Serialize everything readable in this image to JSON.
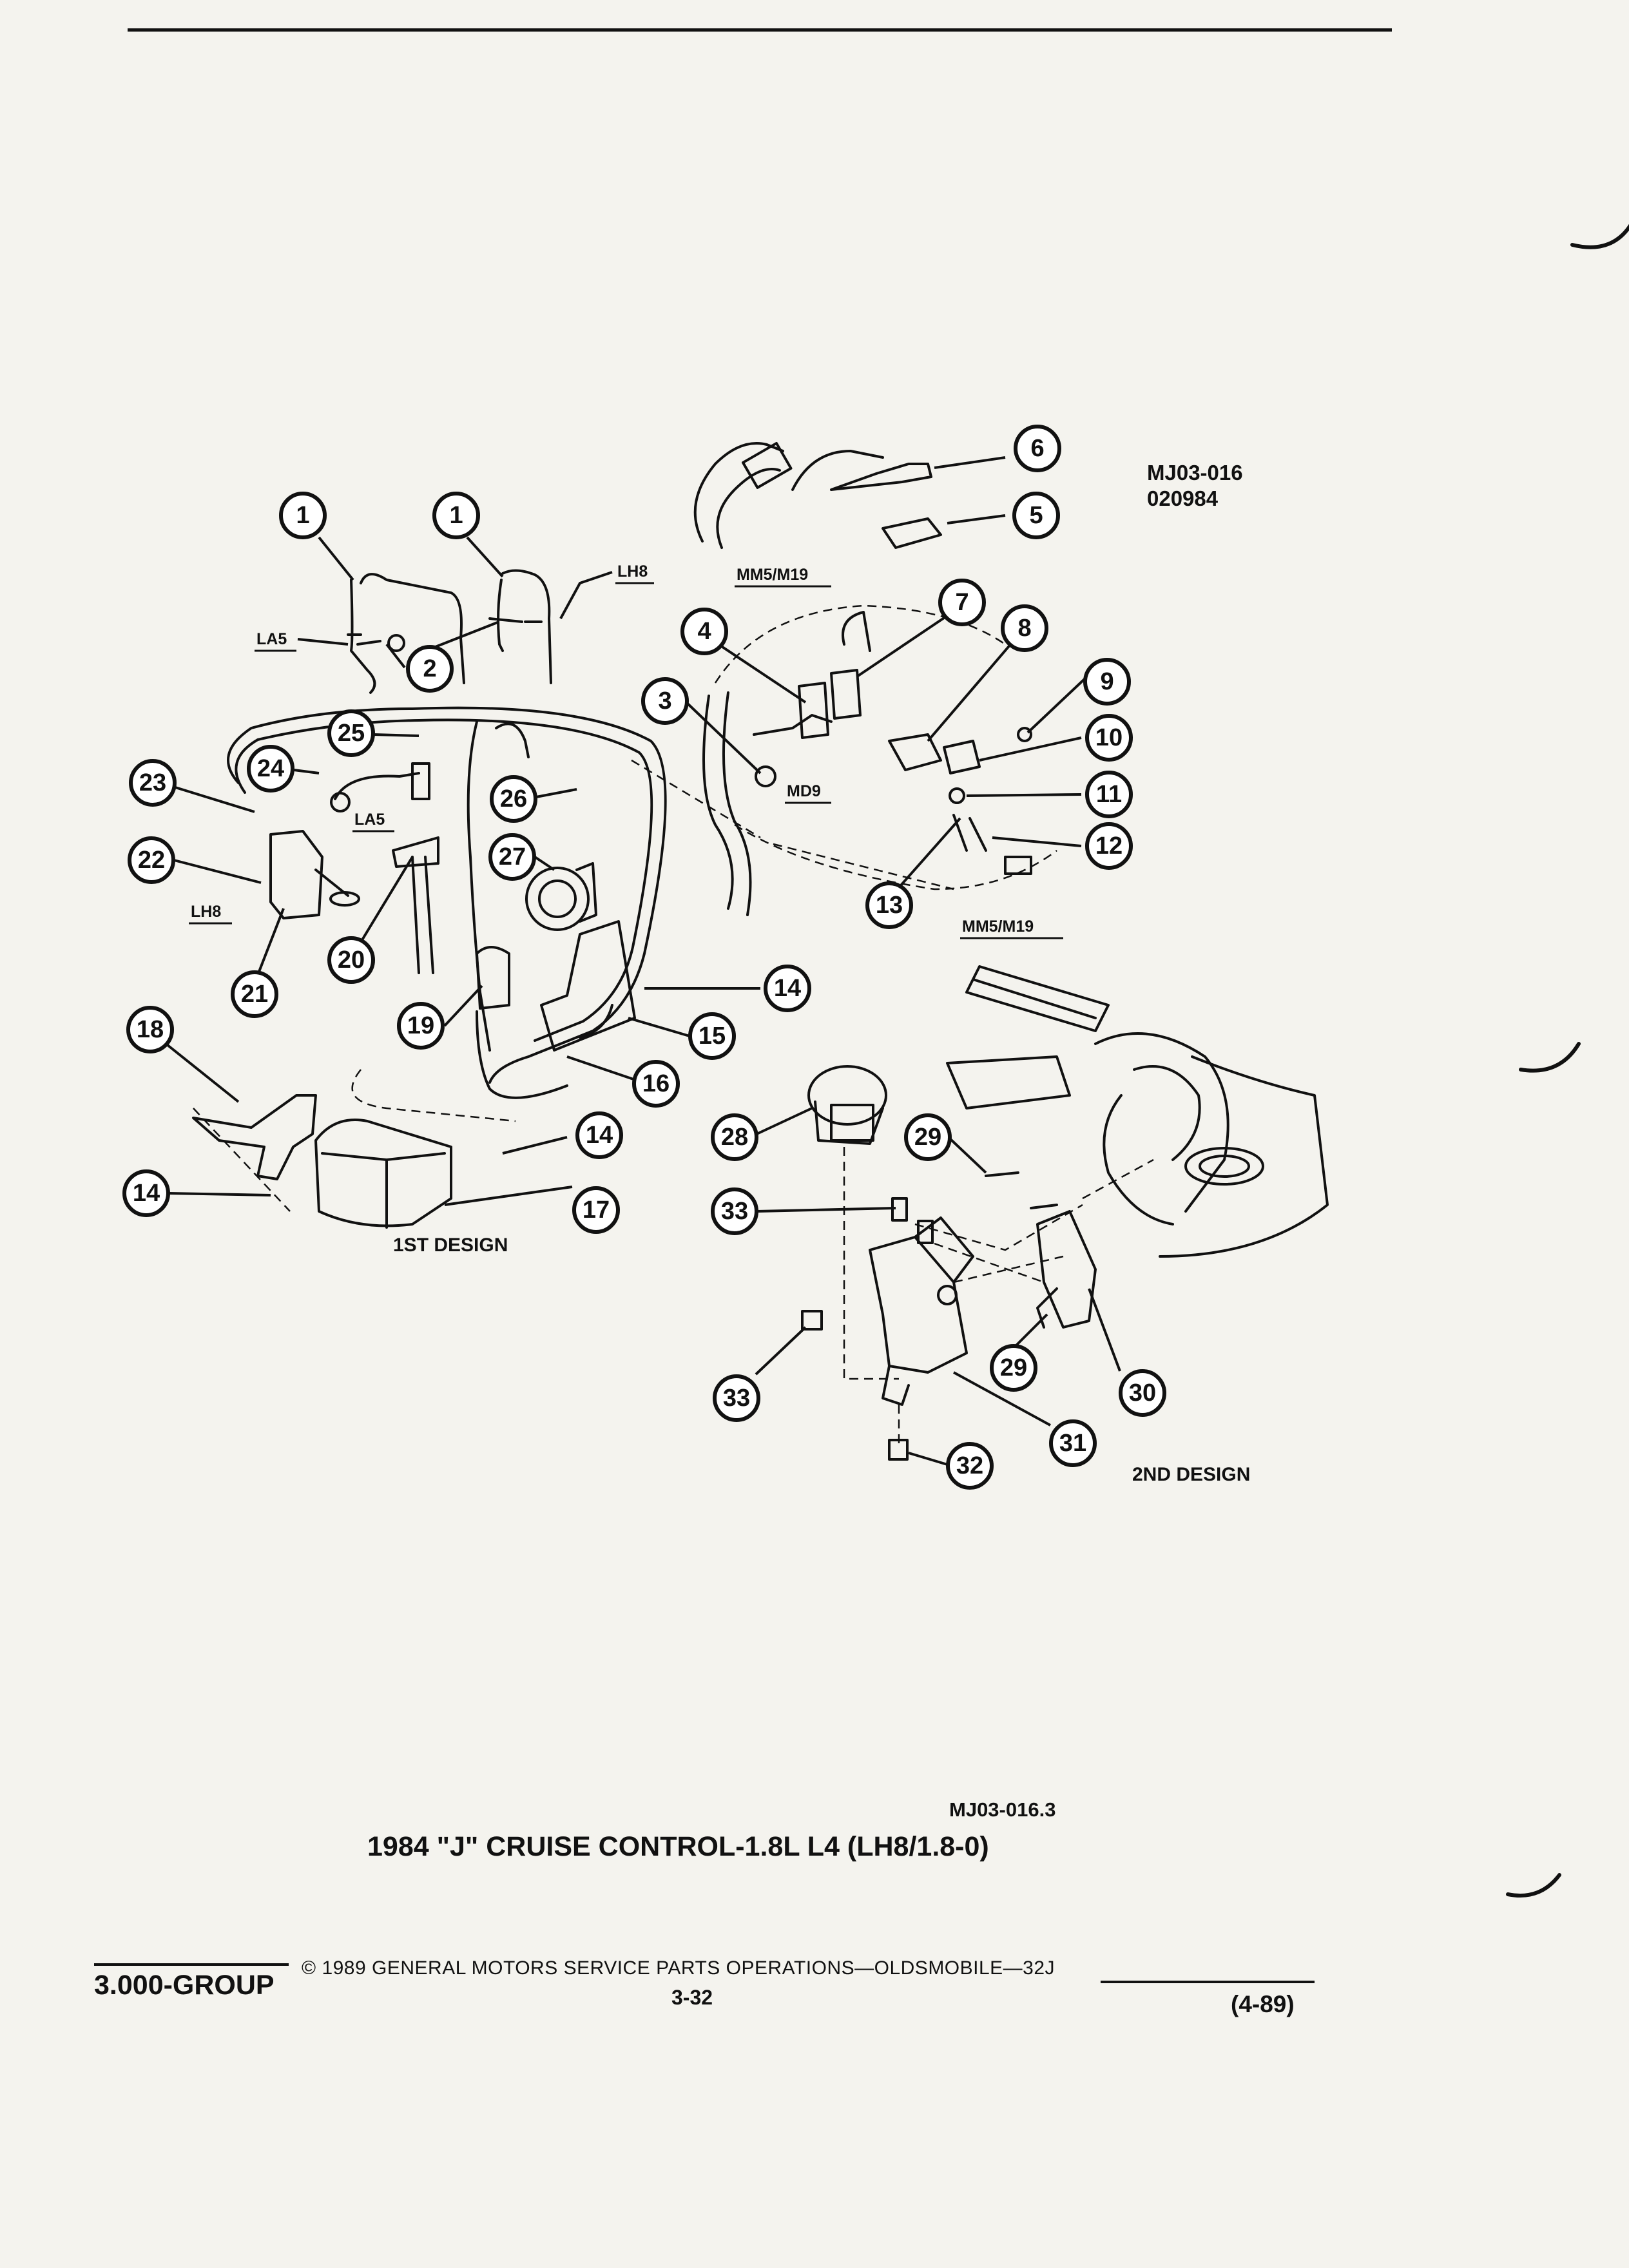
{
  "figure_refs": {
    "main": "MJ03-016",
    "date": "020984",
    "footer_ref": "MJ03-016.3"
  },
  "variant_labels": {
    "lh8_a": "LH8",
    "la5_a": "LA5",
    "mm5_top": "MM5/M19",
    "md9": "MD9",
    "la5_b": "LA5",
    "lh8_b": "LH8",
    "mm5_bottom": "MM5/M19"
  },
  "design_labels": {
    "first": "1ST DESIGN",
    "second": "2ND DESIGN"
  },
  "callouts": [
    "1",
    "1",
    "2",
    "3",
    "4",
    "5",
    "6",
    "7",
    "8",
    "9",
    "10",
    "11",
    "12",
    "13",
    "14",
    "14",
    "14",
    "15",
    "16",
    "17",
    "18",
    "19",
    "20",
    "21",
    "22",
    "23",
    "24",
    "25",
    "26",
    "27",
    "28",
    "29",
    "29",
    "30",
    "31",
    "32",
    "33",
    "33"
  ],
  "title": "1984 \"J\" CRUISE CONTROL-1.8L L4 (LH8/1.8-0)",
  "footer": {
    "group": "3.000-GROUP",
    "copyright": "© 1989 GENERAL MOTORS SERVICE PARTS OPERATIONS—OLDSMOBILE—32J",
    "page_number": "3-32",
    "revision": "(4-89)"
  }
}
